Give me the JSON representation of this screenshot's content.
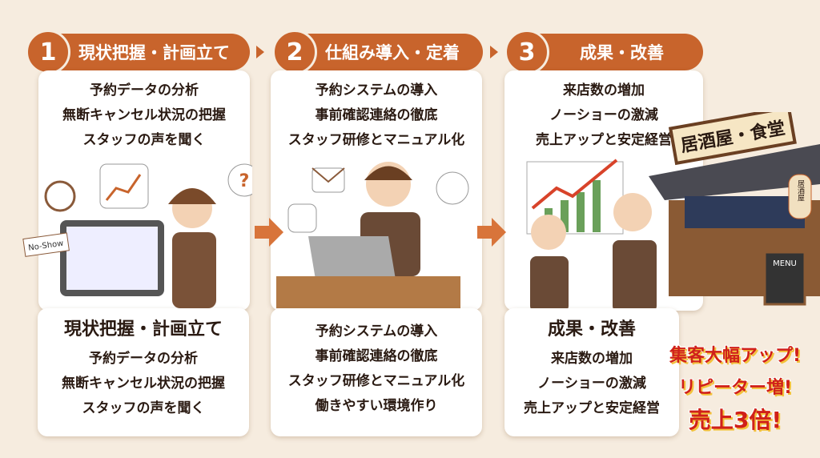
{
  "steps": [
    {
      "number": "1",
      "label": "現状把握・計画立て",
      "top_items": [
        "予約データの分析",
        "無断キャンセル状況の把握",
        "スタッフの声を聞く"
      ],
      "bottom_title": "現状把握・計画立て",
      "bottom_items": [
        "予約データの分析",
        "無断キャンセル状況の把握",
        "スタッフの声を聞く"
      ]
    },
    {
      "number": "2",
      "label": "仕組み導入・定着",
      "top_items": [
        "予約システムの導入",
        "事前確認連絡の徹底",
        "スタッフ研修とマニュアル化"
      ],
      "bottom_items": [
        "予約システムの導入",
        "事前確認連絡の徹底",
        "スタッフ研修とマニュアル化",
        "働きやすい環境作り"
      ]
    },
    {
      "number": "3",
      "label": "成果・改善",
      "top_items": [
        "来店数の増加",
        "ノーショーの激減",
        "売上アップと安定経営"
      ],
      "bottom_title": "成果・改善",
      "bottom_items": [
        "来店数の増加",
        "ノーショーの激減",
        "売上アップと安定経営"
      ]
    }
  ],
  "illustration": {
    "no_show_tag": "No-Show",
    "shop_sign": "居酒屋・食堂",
    "lantern": "居酒屋",
    "menu_board": "MENU",
    "question": "?"
  },
  "callout": [
    "集客大幅アップ!",
    "リピーター増!",
    "売上3倍!"
  ],
  "colors": {
    "accent": "#c8642c",
    "background": "#f6ecdf",
    "callout_red": "#d0201a",
    "callout_yellow": "#f3c23a"
  }
}
